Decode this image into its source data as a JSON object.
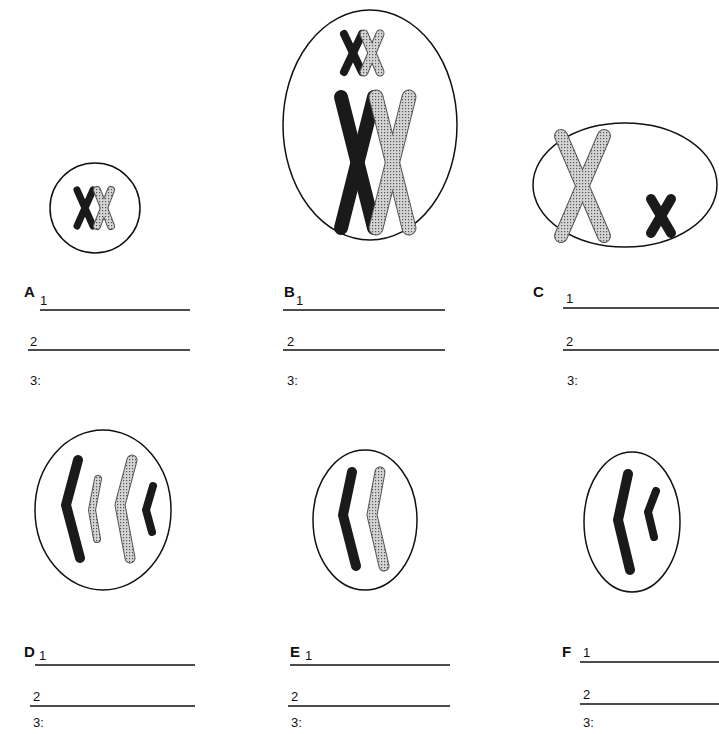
{
  "diagram": {
    "labels": [
      "A",
      "1",
      "2",
      "3:",
      "B",
      "1",
      "2",
      "3:",
      "C",
      "1",
      "2",
      "3:",
      "D",
      "1",
      "2",
      "3:",
      "E",
      "1",
      "2",
      "3:",
      "F",
      "1",
      "2",
      "3:"
    ]
  }
}
